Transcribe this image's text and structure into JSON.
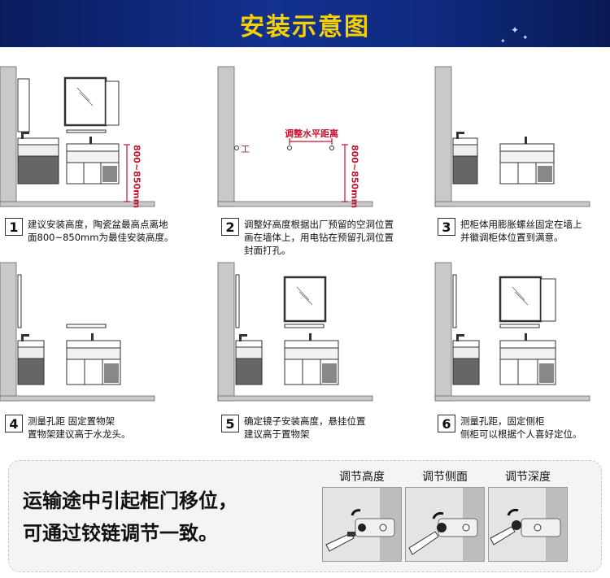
{
  "header": {
    "title": "安装示意图"
  },
  "accent_colors": {
    "banner": "#13318f",
    "title": "#f6d000",
    "measure": "#c8102e"
  },
  "diagrams": {
    "d1": {
      "measure_label": "800~850mm"
    },
    "d2": {
      "measure_label": "800~850mm",
      "horizontal_label": "调整水平距离",
      "marker_label": "工"
    }
  },
  "steps": [
    {
      "num": "1",
      "lines": [
        "建议安装高度，陶瓷盆最高点离地",
        "面800~850mm为最佳安装高度。"
      ]
    },
    {
      "num": "2",
      "lines": [
        "调整好高度根据出厂预留的空洞位置",
        "画在墙体上，用电钻在预留孔洞位置",
        "封面打孔。"
      ]
    },
    {
      "num": "3",
      "lines": [
        "把柜体用膨胀螺丝固定在墙上",
        "并徽调柜体位置到满意。"
      ]
    },
    {
      "num": "4",
      "lines": [
        "测量孔距 固定置物架",
        "置物架建议高于水龙头。"
      ]
    },
    {
      "num": "5",
      "lines": [
        "确定镜子安装高度，悬挂位置",
        "建议高于置物架"
      ]
    },
    {
      "num": "6",
      "lines": [
        "测量孔距，固定侧柜",
        "侧柜可以根据个人喜好定位。"
      ]
    }
  ],
  "bottom": {
    "lines": [
      "运输途中引起柜门移位，",
      "可通过铰链调节一致。"
    ],
    "adjustments": [
      "调节高度",
      "调节侧面",
      "调节深度"
    ]
  }
}
